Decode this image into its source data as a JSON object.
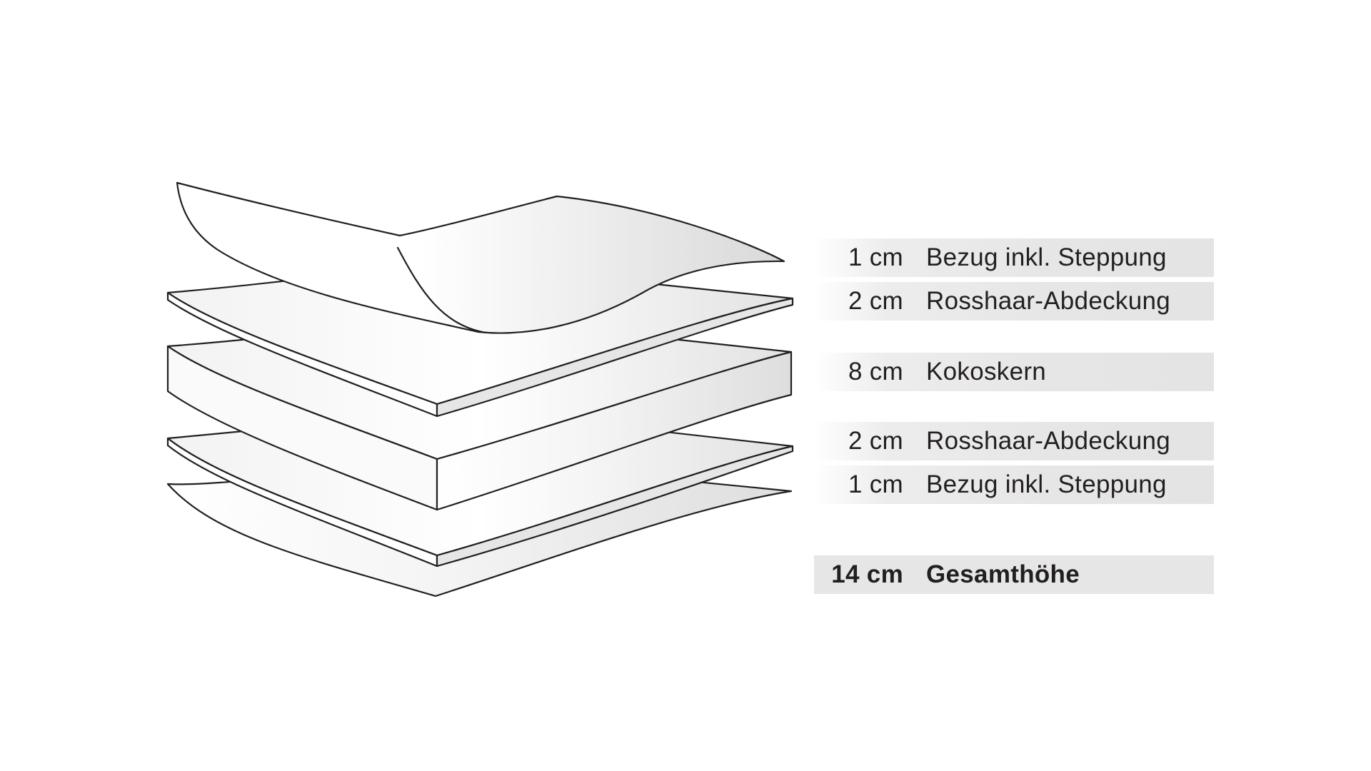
{
  "layers": [
    {
      "thickness": "1 cm",
      "name": "Bezug inkl. Steppung"
    },
    {
      "thickness": "2 cm",
      "name": "Rosshaar-Abdeckung"
    },
    {
      "thickness": "8 cm",
      "name": "Kokoskern"
    },
    {
      "thickness": "2 cm",
      "name": "Rosshaar-Abdeckung"
    },
    {
      "thickness": "1 cm",
      "name": "Bezug inkl. Steppung"
    }
  ],
  "total": {
    "thickness": "14 cm",
    "name": "Gesamthöhe"
  },
  "colors": {
    "outline": "#231f20",
    "fill_light": "#ffffff",
    "fill_shade": "#e6e6e6",
    "legend_bar": "#e6e6e6"
  }
}
